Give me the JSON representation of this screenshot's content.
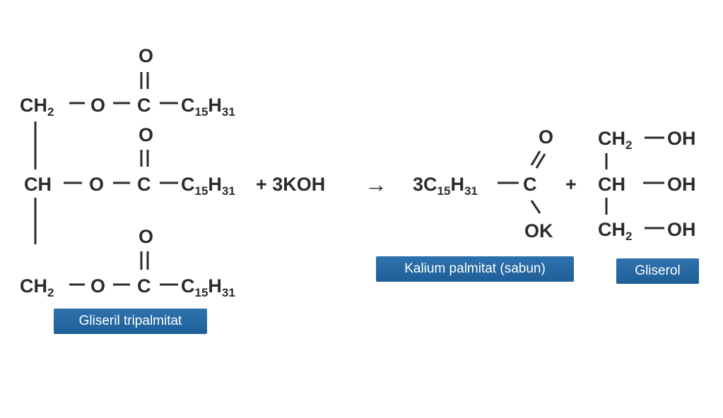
{
  "labels": {
    "reactant": "Gliseril tripalmitat",
    "soap": "Kalium palmitat (sabun)",
    "glycerol": "Gliserol"
  },
  "formula": {
    "ch2": "CH",
    "ch": "CH",
    "sub2": "2",
    "o": "O",
    "c": "C",
    "c15": "C",
    "sub15": "15",
    "h31": "H",
    "sub31": "31",
    "plus": "+",
    "koh": "+ 3KOH",
    "arrow": "→",
    "coef3": "3C",
    "ok": "OK",
    "oh": "OH"
  },
  "colors": {
    "badge": "#2a6aa6",
    "text": "#2b2b2b"
  }
}
